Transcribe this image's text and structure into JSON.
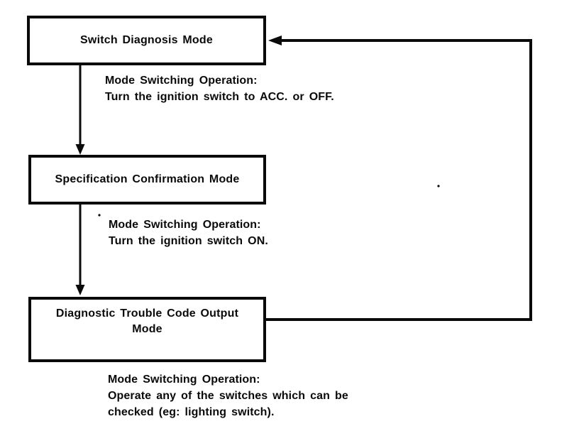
{
  "diagram": {
    "colors": {
      "ink": "#0a0a0a",
      "background": "#ffffff"
    },
    "nodes": [
      {
        "id": "switch-diagnosis-mode",
        "lines": [
          "Switch Diagnosis Mode"
        ]
      },
      {
        "id": "specification-confirmation-mode",
        "lines": [
          "Specification Confirmation Mode"
        ]
      },
      {
        "id": "diagnostic-trouble-code-output-mode",
        "lines": [
          "Diagnostic Trouble Code Output",
          "Mode"
        ]
      }
    ],
    "annotations": [
      {
        "lines": [
          "Mode Switching Operation:",
          "Turn the ignition switch to ACC. or OFF."
        ]
      },
      {
        "lines": [
          "Mode Switching Operation:",
          "Turn the ignition switch ON."
        ]
      },
      {
        "lines": [
          "Mode Switching Operation:",
          "Operate any of the switches which can be",
          "checked (eg: lighting switch)."
        ]
      }
    ]
  }
}
